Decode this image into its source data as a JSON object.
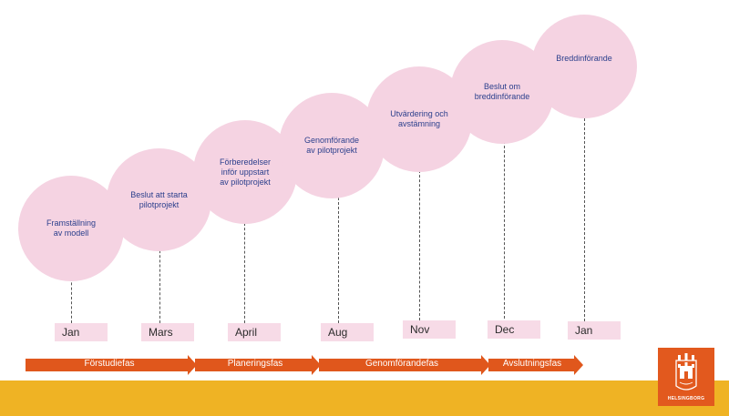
{
  "colors": {
    "circle_fill": "#f5d3e2",
    "circle_text": "#2b3f8c",
    "month_fill": "#f7dbe7",
    "arrow_fill": "#e0571c",
    "band": "#efb324",
    "logo_bg": "#e2591e"
  },
  "milestones": [
    {
      "label": "Framställning\nav modell",
      "month": "Jan"
    },
    {
      "label": "Beslut att starta\npilotprojekt",
      "month": "Mars"
    },
    {
      "label": "Förberedelser\ninför uppstart\nav pilotprojekt",
      "month": "April"
    },
    {
      "label": "Genomförande\nav pilotprojekt",
      "month": "Aug"
    },
    {
      "label": "Utvärdering och\navstämning",
      "month": "Nov"
    },
    {
      "label": "Beslut om\nbreddinförande",
      "month": "Dec"
    },
    {
      "label": "Breddinförande",
      "month": "Jan"
    }
  ],
  "phases": [
    {
      "label": "Förstudiefas"
    },
    {
      "label": "Planeringsfas"
    },
    {
      "label": "Genomförandefas"
    },
    {
      "label": "Avslutningsfas"
    }
  ],
  "logo": {
    "text": "HELSINGBORG",
    "icon": "helsingborg-crest-icon"
  }
}
